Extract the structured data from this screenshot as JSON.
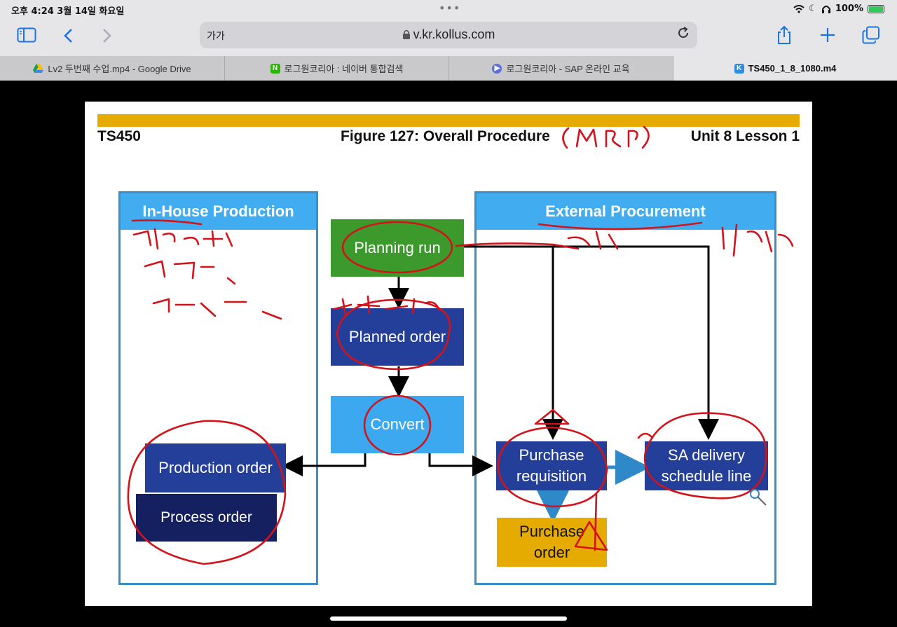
{
  "status": {
    "time": "오후 4:24   3월 14일 화요일",
    "dots": "•••",
    "battery": "100%"
  },
  "toolbar": {
    "text_size": "가가",
    "url": "v.kr.kollus.com"
  },
  "tabs": [
    {
      "label": "Lv2 두번째 수업.mp4 - Google Drive"
    },
    {
      "label": "로그원코리아 : 네이버 통합검색"
    },
    {
      "label": "로그원코리아 - SAP 온라인 교육"
    },
    {
      "label": "TS450_1_8_1080.m4"
    }
  ],
  "slide": {
    "left_header": "TS450",
    "center_header": "Figure 127: Overall Procedure",
    "right_header": "Unit 8 Lesson 1",
    "inhouse_title": "In-House Production",
    "external_title": "External Procurement",
    "planning_run": "Planning run",
    "planned_order": "Planned order",
    "convert": "Convert",
    "production_order": "Production order",
    "process_order": "Process order",
    "purchase_requisition": "Purchase requisition",
    "sa_delivery": "SA delivery schedule line",
    "purchase_order": "Purchase order"
  },
  "colors": {
    "accent_bar": "#e5ab00",
    "panel_title": "#41adf0",
    "green_box": "#3c9a2c",
    "navy_box": "#233f99",
    "ink": "#d3121a"
  },
  "icons": [
    "sidebar-icon",
    "back-icon",
    "forward-icon",
    "lock-icon",
    "reload-icon",
    "share-icon",
    "plus-icon",
    "tabs-icon",
    "wifi-icon",
    "moon-icon",
    "headphones-icon",
    "battery-icon"
  ]
}
